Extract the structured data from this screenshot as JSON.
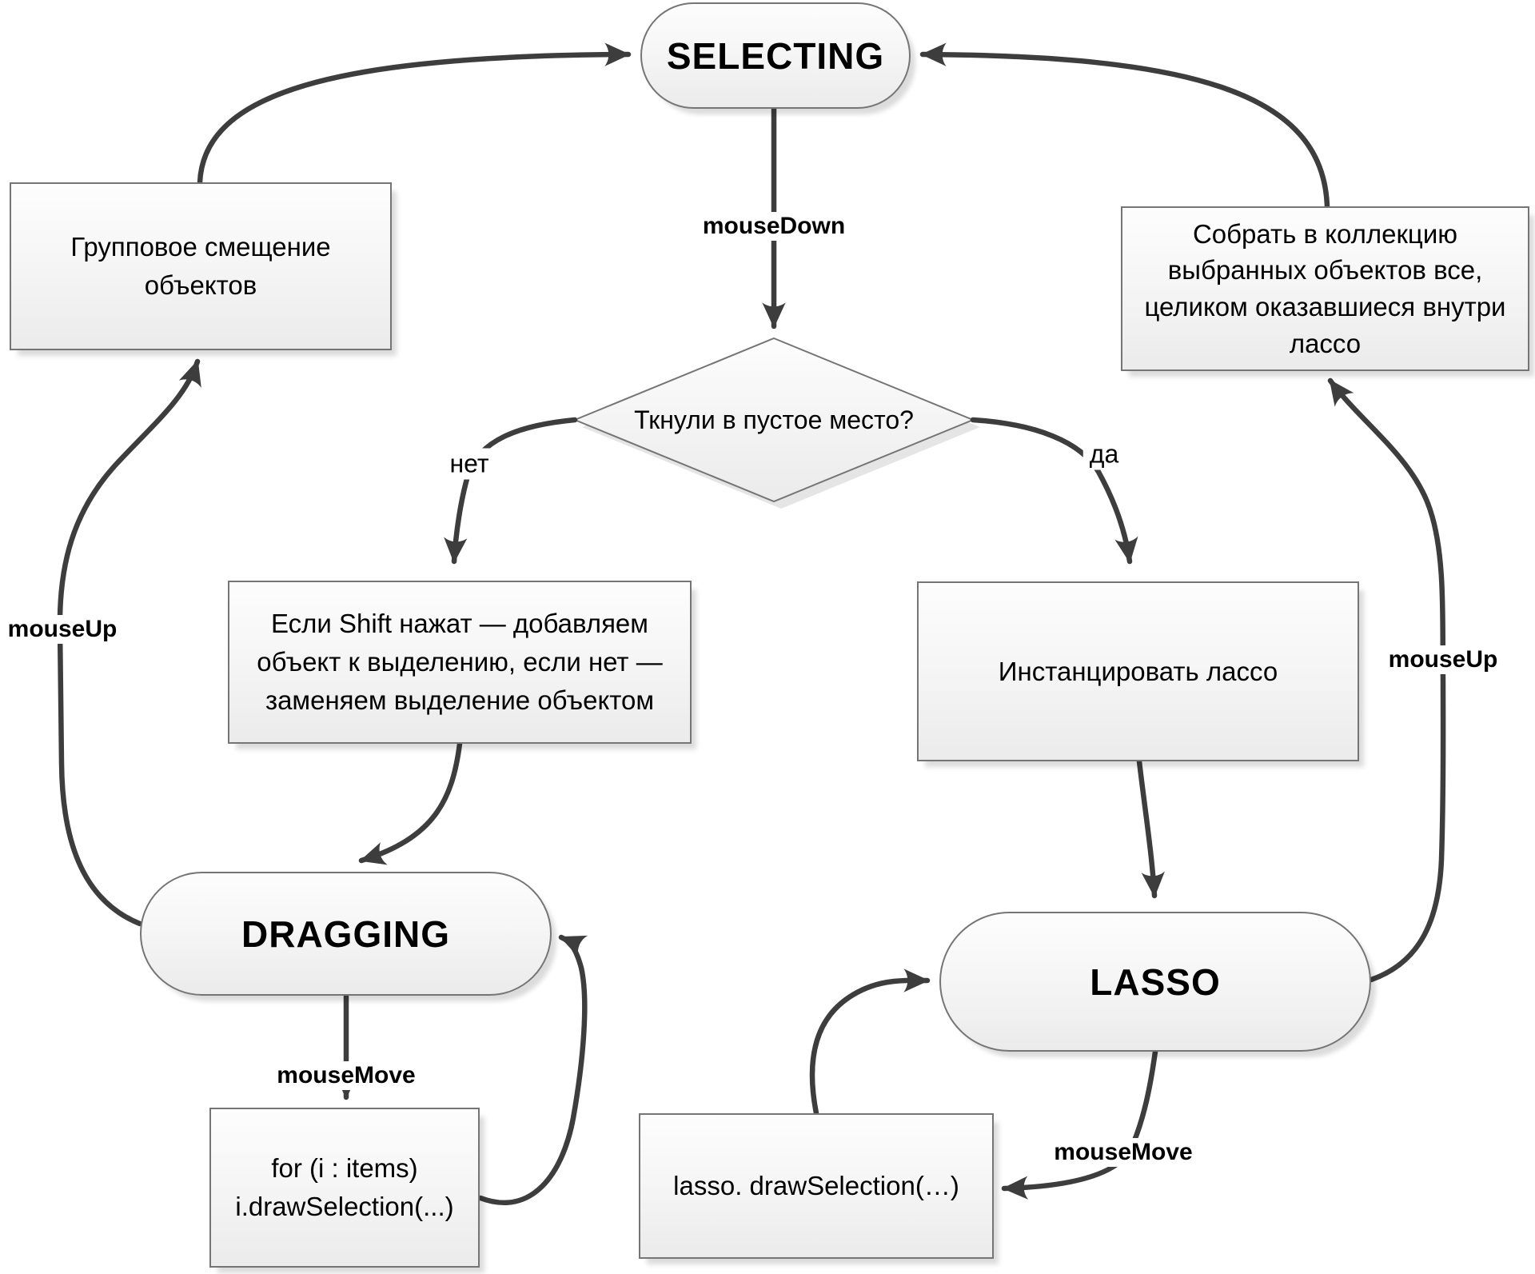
{
  "colors": {
    "background": "#ffffff",
    "line": "#3d3d3d",
    "node_border": "#757575",
    "node_fill_top": "#fdfdfd",
    "node_fill_bottom": "#ebebeb",
    "text": "#000000"
  },
  "nodes": {
    "selecting": {
      "type": "state",
      "label": "SELECTING"
    },
    "group_move": {
      "type": "process",
      "label": "Групповое смещение\nобъектов"
    },
    "collect": {
      "type": "process",
      "label": "Собрать в коллекцию\nвыбранных объектов все,\nцеликом оказавшиеся внутри\nлассо"
    },
    "decision": {
      "type": "decision",
      "label": "Ткнули в пустое место?"
    },
    "shift_logic": {
      "type": "process",
      "label": "Если Shift нажат — добавляем\nобъект к выделению, если нет —\nзаменяем выделение объектом"
    },
    "instantiate": {
      "type": "process",
      "label": "Инстанцировать лассо"
    },
    "dragging": {
      "type": "state",
      "label": "DRAGGING"
    },
    "lasso": {
      "type": "state",
      "label": "LASSO"
    },
    "for_loop": {
      "type": "process",
      "label": "for (i : items)\ni.drawSelection(...)"
    },
    "lasso_draw": {
      "type": "process",
      "label": "lasso. drawSelection(…)"
    }
  },
  "edges": [
    {
      "from": "selecting",
      "to": "decision",
      "label": "mouseDown"
    },
    {
      "from": "decision",
      "to": "shift_logic",
      "label": "нет"
    },
    {
      "from": "decision",
      "to": "instantiate",
      "label": "да"
    },
    {
      "from": "shift_logic",
      "to": "dragging",
      "label": ""
    },
    {
      "from": "dragging",
      "to": "for_loop",
      "label": "mouseMove"
    },
    {
      "from": "for_loop",
      "to": "dragging",
      "label": ""
    },
    {
      "from": "dragging",
      "to": "group_move",
      "label": "mouseUp"
    },
    {
      "from": "group_move",
      "to": "selecting",
      "label": ""
    },
    {
      "from": "instantiate",
      "to": "lasso",
      "label": ""
    },
    {
      "from": "lasso",
      "to": "lasso_draw",
      "label": "mouseMove"
    },
    {
      "from": "lasso_draw",
      "to": "lasso",
      "label": ""
    },
    {
      "from": "lasso",
      "to": "collect",
      "label": "mouseUp"
    },
    {
      "from": "collect",
      "to": "selecting",
      "label": ""
    }
  ]
}
